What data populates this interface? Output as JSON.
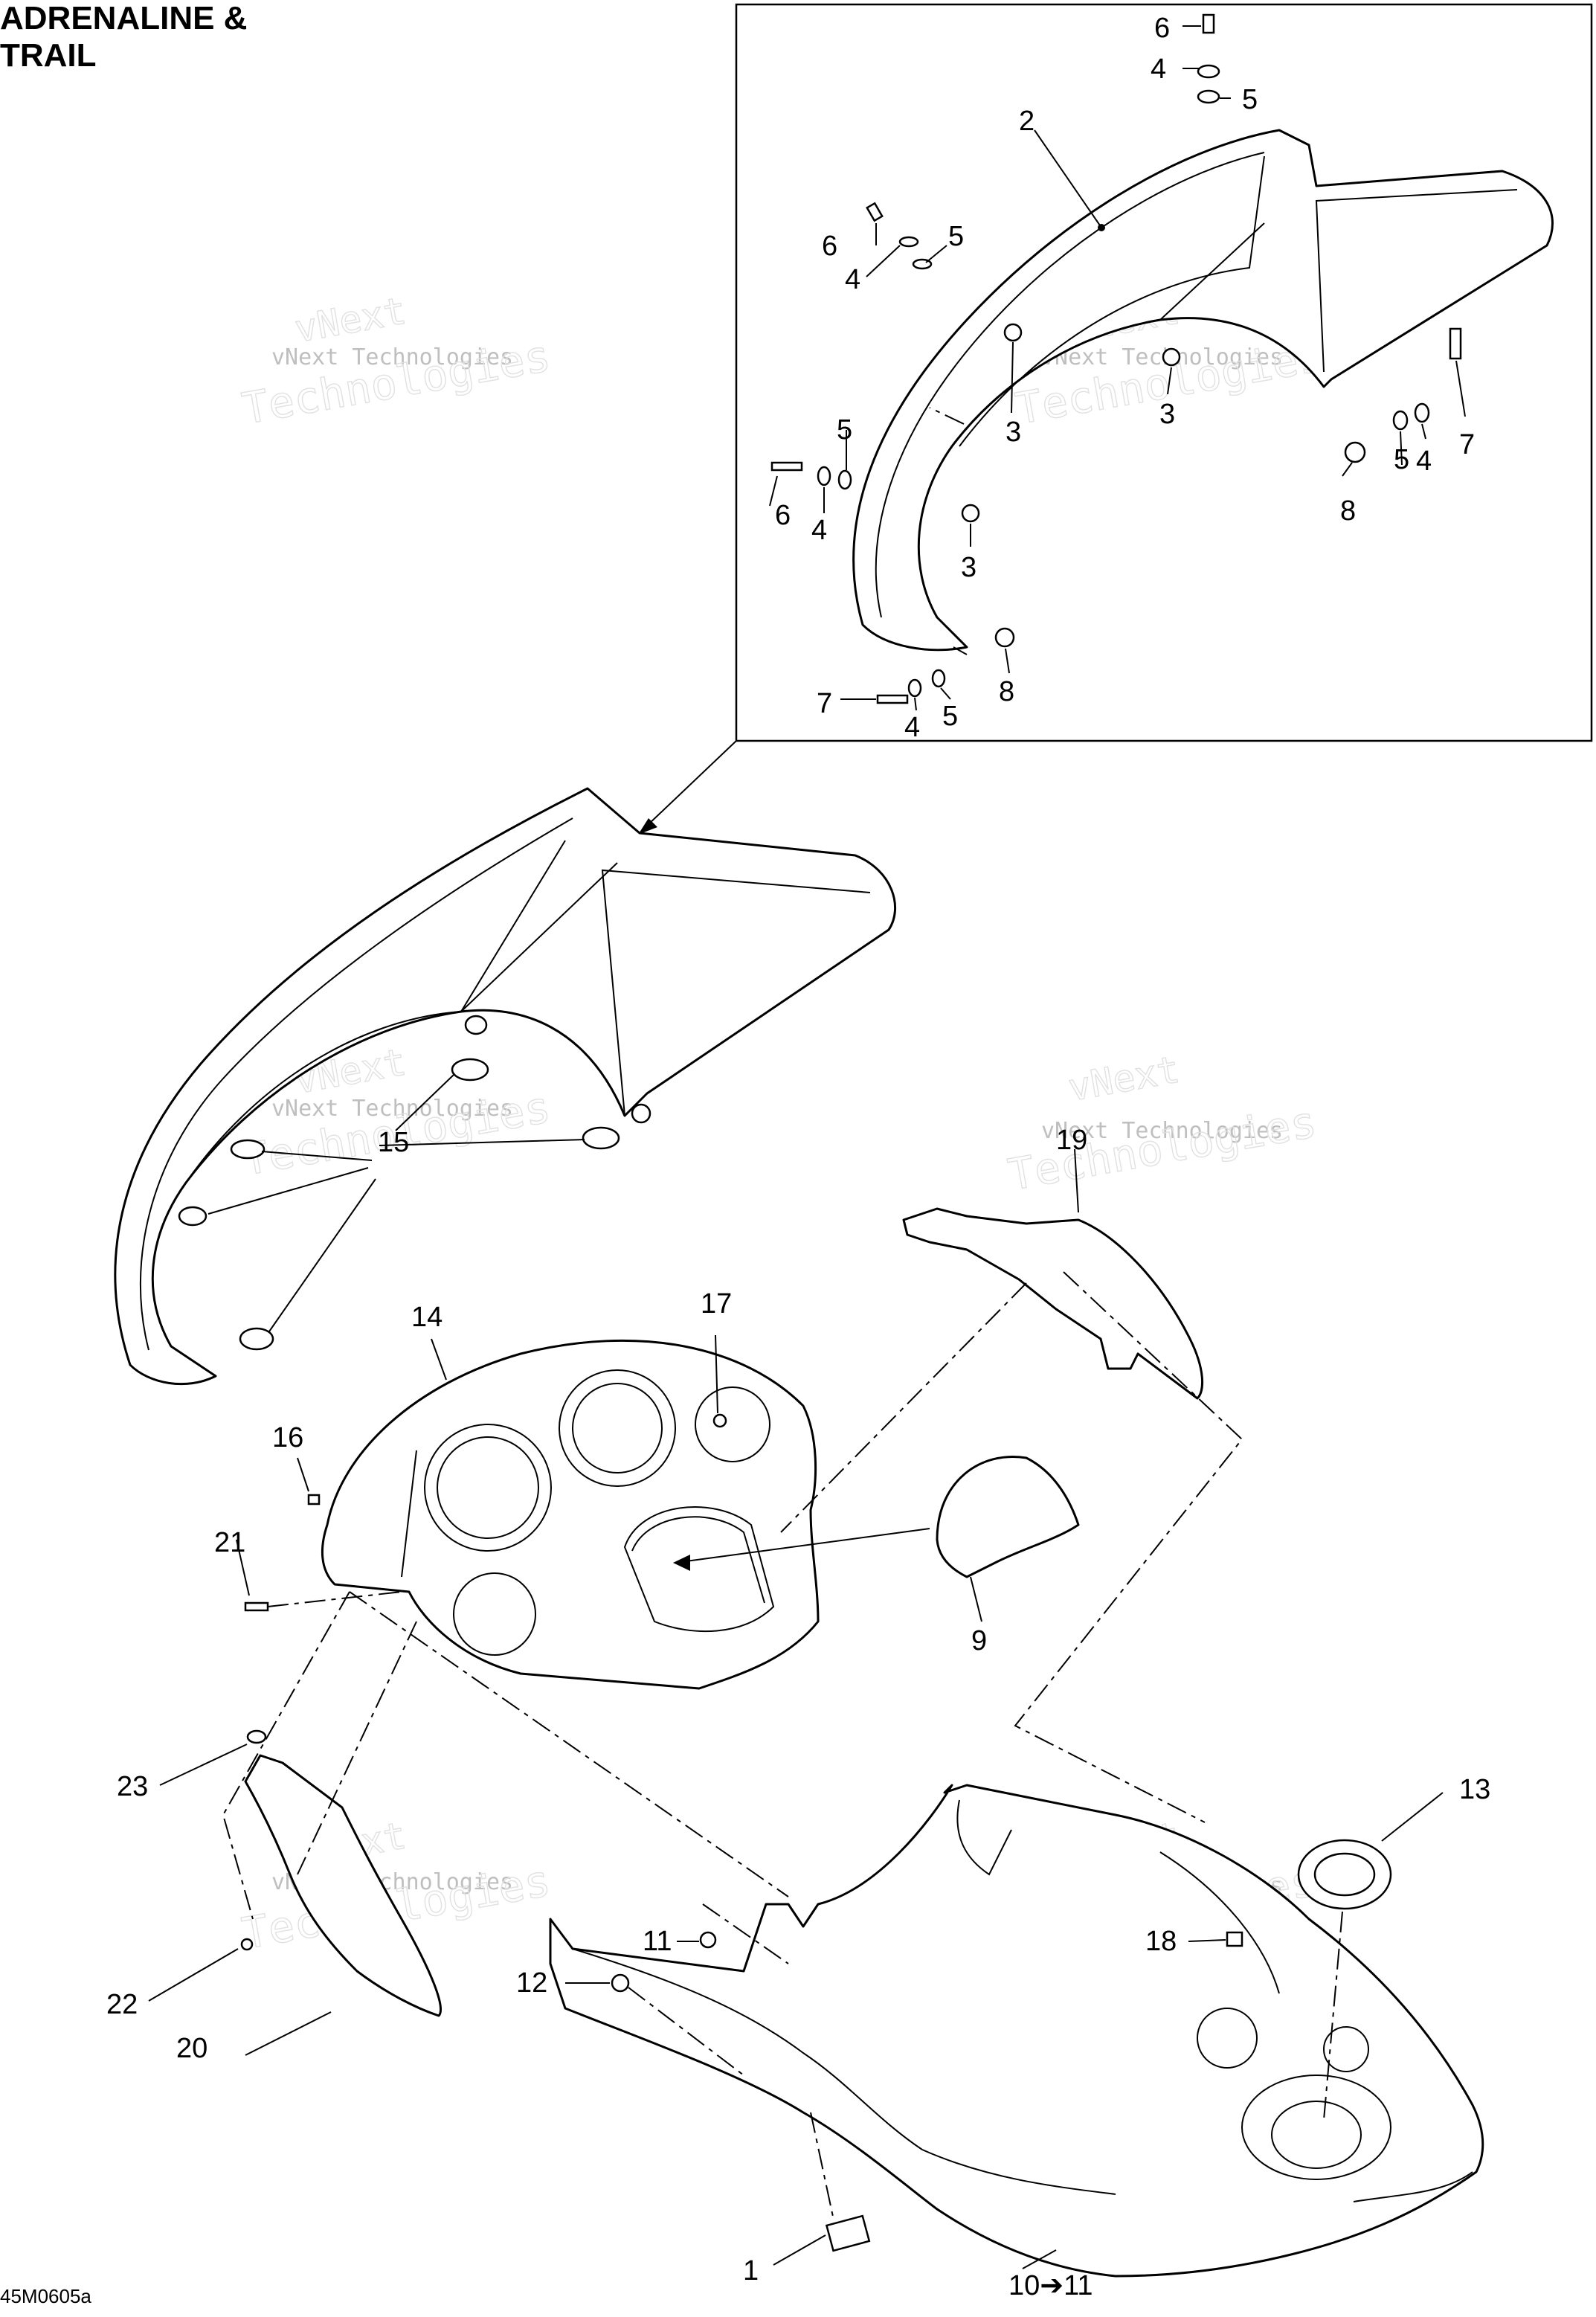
{
  "header": {
    "title_line1": "ADRENALINE &",
    "title_line2": "TRAIL"
  },
  "footer": {
    "drawing_code": "45M0605a"
  },
  "watermark": {
    "line1": "vNext Technologies",
    "line2": "Technologies",
    "line3": "vNext"
  },
  "callouts": {
    "c1": "1",
    "c2": "2",
    "c3a": "3",
    "c3b": "3",
    "c3c": "3",
    "c4a": "4",
    "c4b": "4",
    "c4c": "4",
    "c4d": "4",
    "c4e": "4",
    "c5a": "5",
    "c5b": "5",
    "c5c": "5",
    "c5d": "5",
    "c5e": "5",
    "c6a": "6",
    "c6b": "6",
    "c6c": "6",
    "c7a": "7",
    "c7b": "7",
    "c8a": "8",
    "c8b": "8",
    "c9": "9",
    "c10": "10➔11",
    "c11": "11",
    "c12": "12",
    "c13": "13",
    "c14": "14",
    "c15": "15",
    "c16": "16",
    "c17": "17",
    "c18": "18",
    "c19": "19",
    "c20": "20",
    "c21": "21",
    "c22": "22",
    "c23": "23"
  }
}
